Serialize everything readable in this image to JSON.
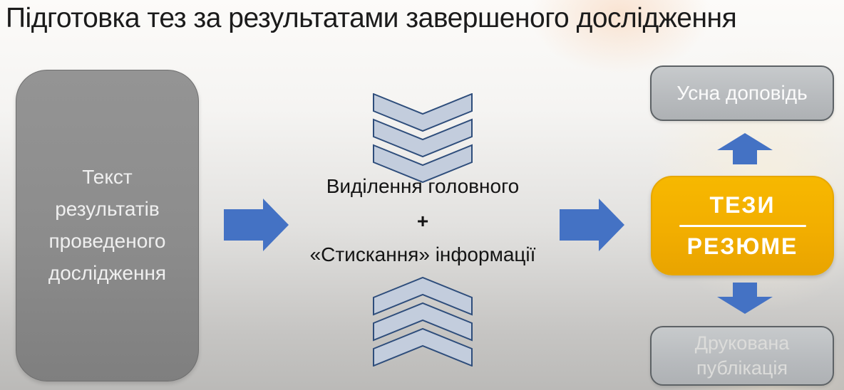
{
  "slide": {
    "title": "Підготовка тез за результатами завершеного дослідження",
    "source_box": {
      "text": "Текст\nрезультатів\nпроведеного\nдослідження"
    },
    "process": {
      "line1": "Виділення головного",
      "plus": "+",
      "line2": "«Стискання» інформації"
    },
    "outputs": {
      "oral": "Усна доповідь",
      "thesis_top": "ТЕЗИ",
      "thesis_bottom": "РЕЗЮМЕ",
      "print": "Друкована\nпублікація"
    },
    "colors": {
      "arrow_blue": "#4472c4",
      "chevron_fill": "#c3cddd",
      "chevron_outline": "#2e4d7b",
      "thesis_yellow": "#f2ae00",
      "source_gray": "#8c8c8c",
      "output_gray": "#b9bcbe"
    }
  }
}
